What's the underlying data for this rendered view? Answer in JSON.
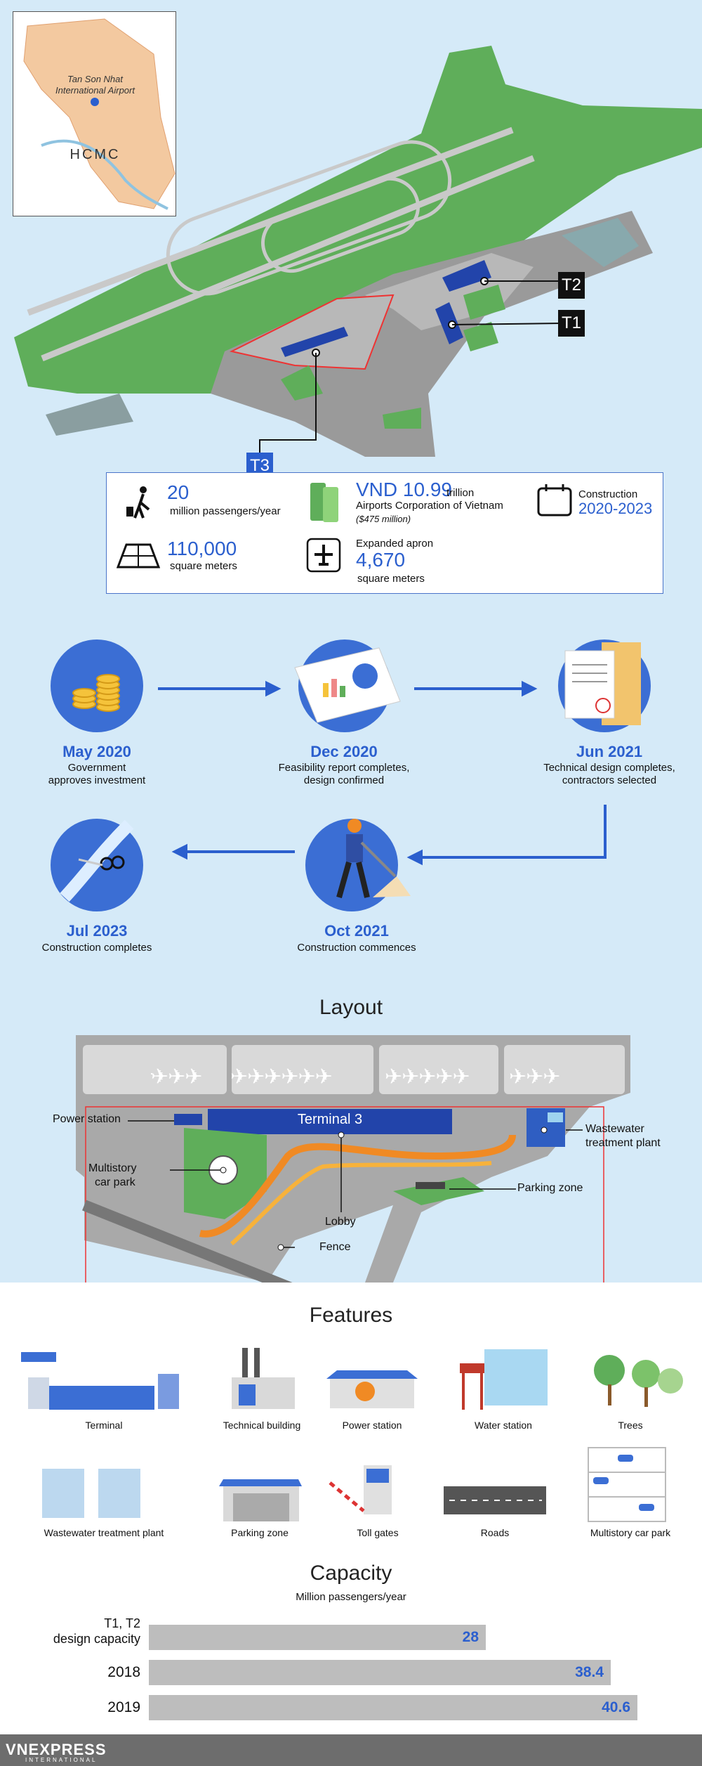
{
  "map": {
    "inset_airport_line1": "Tan Son Nhat",
    "inset_airport_line2": "International Airport",
    "inset_city": "HCMC",
    "tag_t1": "T1",
    "tag_t2": "T2",
    "tag_t3": "T3"
  },
  "stats": {
    "passengers_value": "20",
    "passengers_label": "million passengers/year",
    "cost_value": "VND 10.99",
    "cost_unit": "trillion",
    "cost_owner": "Airports Corporation of Vietnam",
    "cost_usd": "($475 million)",
    "construction_label": "Construction",
    "construction_years": "2020-2023",
    "area_value": "110,000",
    "area_label": "square meters",
    "apron_label": "Expanded apron",
    "apron_value": "4,670",
    "apron_unit": "square meters"
  },
  "timeline": [
    {
      "date": "May 2020",
      "desc1": "Government",
      "desc2": "approves investment"
    },
    {
      "date": "Dec 2020",
      "desc1": "Feasibility report completes,",
      "desc2": "design confirmed"
    },
    {
      "date": "Jun 2021",
      "desc1": "Technical design completes,",
      "desc2": "contractors selected"
    },
    {
      "date": "Oct 2021",
      "desc1": "Construction commences",
      "desc2": ""
    },
    {
      "date": "Jul 2023",
      "desc1": "Construction completes",
      "desc2": ""
    }
  ],
  "layout": {
    "title": "Layout",
    "terminal": "Terminal 3",
    "power_station": "Power station",
    "wastewater1": "Wastewater",
    "wastewater2": "treatment plant",
    "car_park1": "Multistory",
    "car_park2": "car park",
    "parking_zone": "Parking zone",
    "lobby": "Lobby",
    "fence": "Fence"
  },
  "features": {
    "title": "Features",
    "items": [
      "Terminal",
      "Technical building",
      "Power station",
      "Water station",
      "Trees",
      "Wastewater treatment plant",
      "Parking zone",
      "Toll gates",
      "Roads",
      "Multistory car park"
    ]
  },
  "capacity": {
    "title": "Capacity",
    "subtitle": "Million passengers/year"
  },
  "chart_data": {
    "type": "bar",
    "title": "Capacity",
    "subtitle": "Million passengers/year",
    "categories": [
      "T1, T2 design capacity",
      "2018",
      "2019"
    ],
    "values": [
      28,
      38.4,
      40.6
    ],
    "value_labels": [
      "28",
      "38.4",
      "40.6"
    ],
    "category_lines": [
      [
        "T1, T2",
        "design capacity"
      ],
      [
        "2018"
      ],
      [
        "2019"
      ]
    ],
    "xlim": [
      0,
      42
    ],
    "orientation": "horizontal",
    "bar_color": "#bdbdbd",
    "label_color": "#2b5fce"
  },
  "footer": {
    "logo": "VNEXPRESS",
    "logo_sub": "INTERNATIONAL"
  },
  "colors": {
    "accent": "#2b5fce",
    "grass": "#5fae5a",
    "tarmac": "#a8a8a8",
    "background": "#d5eaf8"
  }
}
